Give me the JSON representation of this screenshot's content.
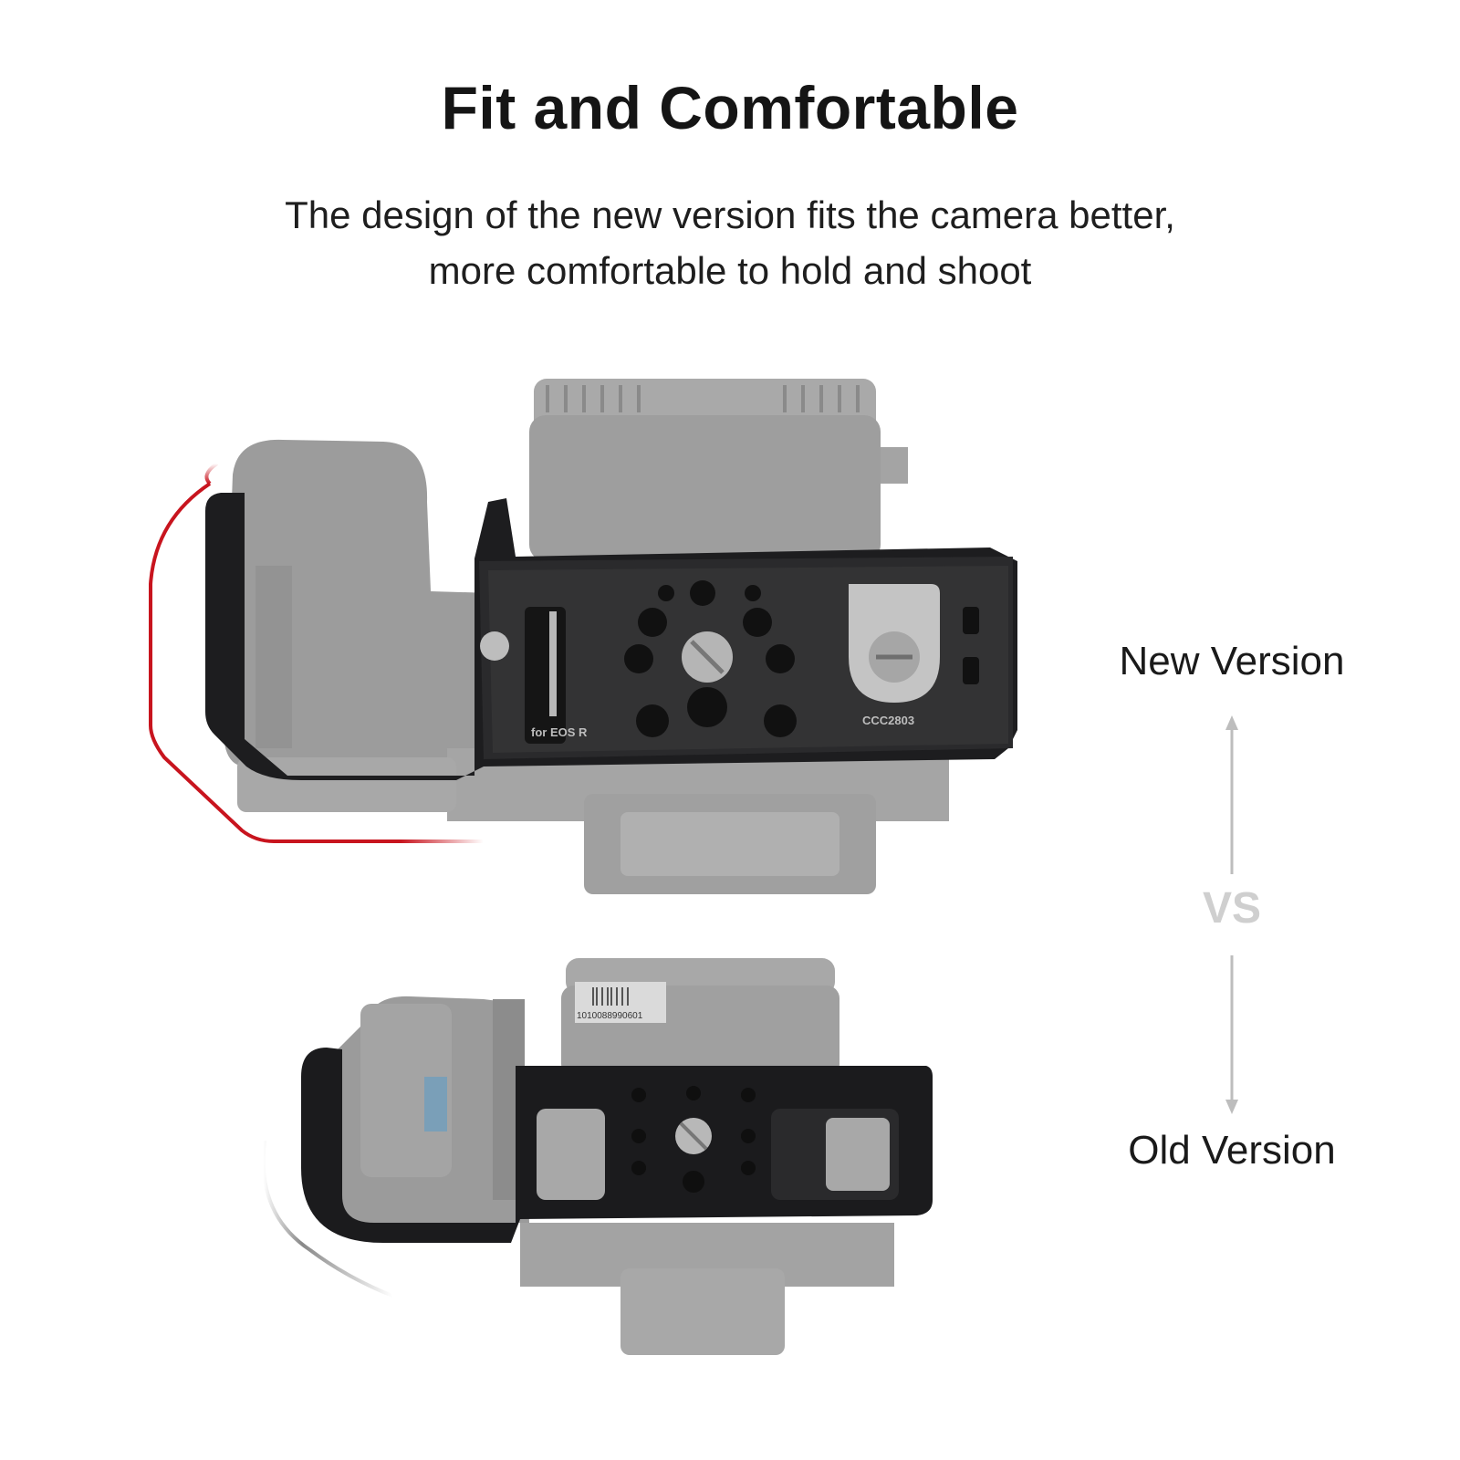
{
  "header": {
    "title": "Fit and Comfortable",
    "subtitle_line1": "The design of the new version fits the camera better,",
    "subtitle_line2": "more comfortable to hold and shoot"
  },
  "comparison": {
    "new_label": "New Version",
    "vs_label": "VS",
    "old_label": "Old Version"
  },
  "new_cage": {
    "engrave_left": "for EOS R",
    "engrave_right": "CCC2803"
  },
  "old_cage": {
    "barcode_number": "1010088990601"
  },
  "colors": {
    "accent_red": "#c8141e",
    "cage_black": "#1d1d1f",
    "camera_gray": "#9a9a9a",
    "vs_gray": "#cfcfcf"
  }
}
